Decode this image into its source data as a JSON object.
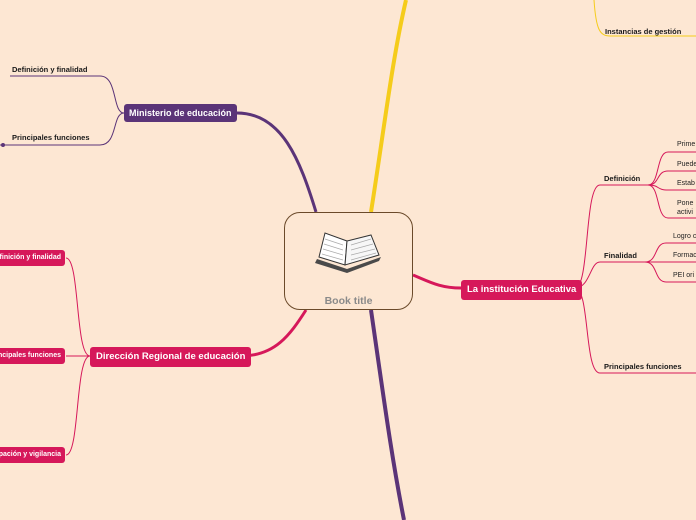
{
  "central": {
    "title": "Book title",
    "icon": "open-book-icon"
  },
  "colors": {
    "background": "#fde7d3",
    "purple": "#5b3478",
    "pink": "#d6185a",
    "yellow": "#f5cc1b"
  },
  "branches": {
    "ministerio": {
      "label": "Ministerio de educación",
      "children": [
        "Definición y finalidad",
        "Principales funciones"
      ]
    },
    "direccion": {
      "label": "Dirección Regional de educación",
      "children": [
        "Definición y finalidad",
        "Principales funciones",
        "Participación y vigilancia"
      ]
    },
    "institucion": {
      "label": "La institución Educativa",
      "definicion": {
        "label": "Definición",
        "items": [
          "Prime",
          "Puede",
          "Estab",
          "Pone",
          "activi"
        ]
      },
      "finalidad": {
        "label": "Finalidad",
        "items": [
          "Logro c",
          "Formac",
          "PEI ori"
        ]
      },
      "funciones": {
        "label": "Principales funciones"
      }
    },
    "instancias": {
      "label": "Instancias de gestión"
    }
  }
}
